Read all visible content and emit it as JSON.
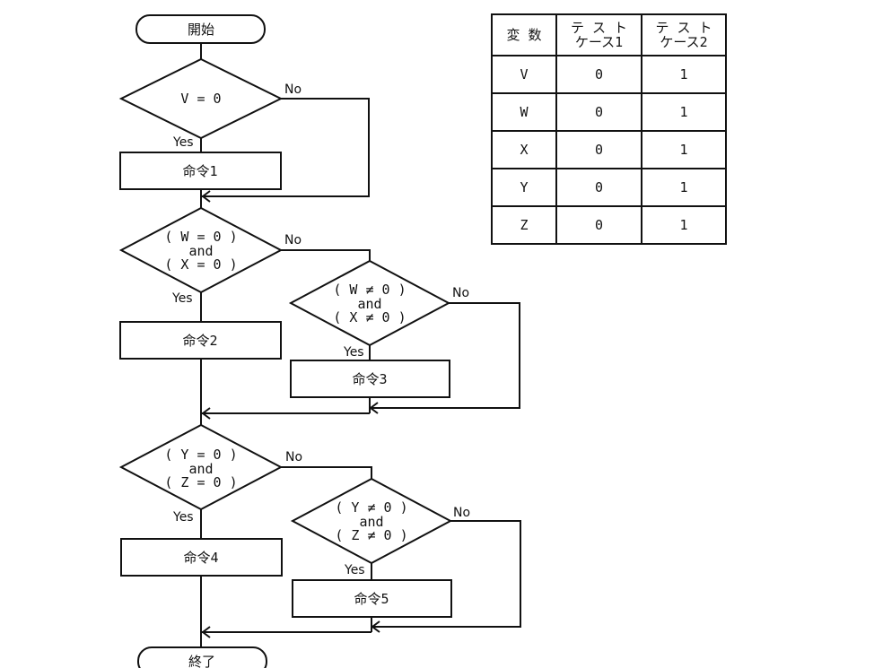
{
  "flowchart": {
    "start": "開始",
    "end": "終了",
    "yes": "Yes",
    "no": "No",
    "decisions": [
      {
        "lines": [
          "V = 0"
        ]
      },
      {
        "lines": [
          "( W = 0 )",
          "and",
          "( X = 0 )"
        ]
      },
      {
        "lines": [
          "( W ≠ 0 )",
          "and",
          "( X ≠ 0 )"
        ]
      },
      {
        "lines": [
          "( Y = 0 )",
          "and",
          "( Z = 0 )"
        ]
      },
      {
        "lines": [
          "( Y ≠ 0 )",
          "and",
          "( Z ≠ 0 )"
        ]
      }
    ],
    "instructions": [
      "命令1",
      "命令2",
      "命令3",
      "命令4",
      "命令5"
    ]
  },
  "table": {
    "headers": [
      {
        "lines": [
          "変 数"
        ]
      },
      {
        "lines": [
          "テ ス ト",
          "ケース1"
        ]
      },
      {
        "lines": [
          "テ ス ト",
          "ケース2"
        ]
      }
    ],
    "rows": [
      [
        "V",
        "0",
        "1"
      ],
      [
        "W",
        "0",
        "1"
      ],
      [
        "X",
        "0",
        "1"
      ],
      [
        "Y",
        "0",
        "1"
      ],
      [
        "Z",
        "0",
        "1"
      ]
    ]
  }
}
